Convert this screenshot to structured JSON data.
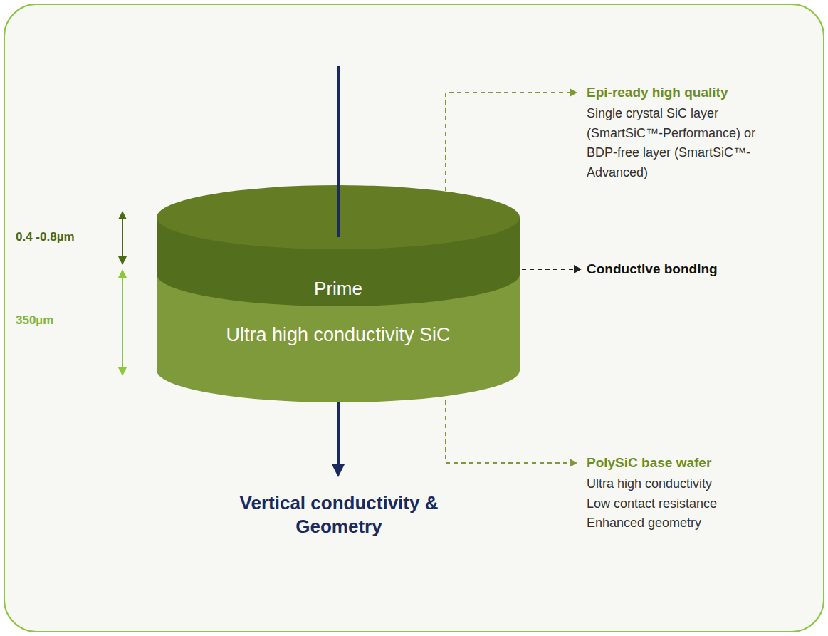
{
  "diagram": {
    "nodes": [
      {
        "text": [
          "Prime"
        ]
      },
      {
        "text": [
          "Ultra high conductivity SiC"
        ]
      }
    ],
    "labels": [
      "0.4 -0.8µm",
      "350µm",
      "Epi-ready high quality",
      "Single crystal SiC layer (SmartSiC™-Performance) or BDP-free layer (SmartSiC™-Advanced)",
      "Conductive bonding",
      "PolySiC base wafer",
      "Ultra high conductivity Low contact resistance Enhanced geometry",
      "Vertical conductivity & Geometry"
    ]
  }
}
